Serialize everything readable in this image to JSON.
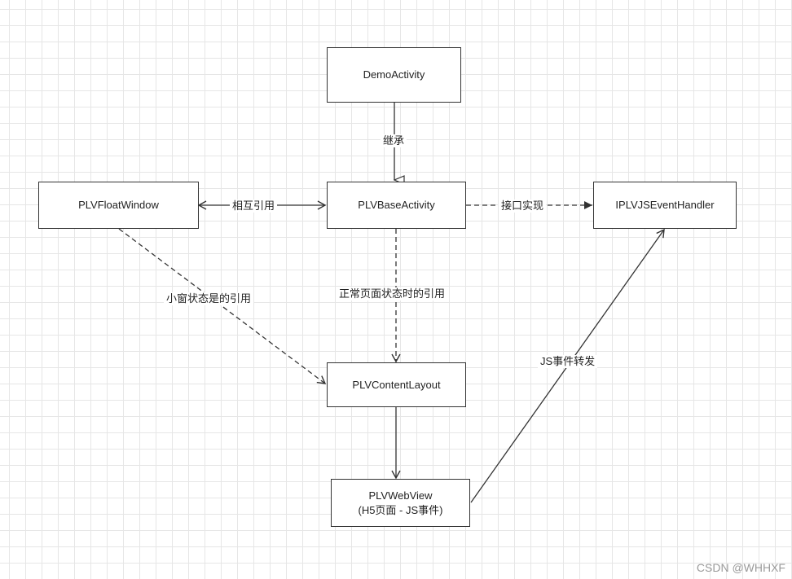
{
  "nodes": {
    "demo": {
      "label": "DemoActivity"
    },
    "base": {
      "label": "PLVBaseActivity"
    },
    "float": {
      "label": "PLVFloatWindow"
    },
    "handler": {
      "label": "IPLVJSEventHandler"
    },
    "content": {
      "label": "PLVContentLayout"
    },
    "webview": {
      "label": "PLVWebView",
      "sublabel": "(H5页面 - JS事件)"
    }
  },
  "edges": {
    "inherit": {
      "label": "继承"
    },
    "mutual": {
      "label": "相互引用"
    },
    "implement": {
      "label": "接口实现"
    },
    "small_window": {
      "label": "小窗状态是的引用"
    },
    "normal_page": {
      "label": "正常页面状态时的引用"
    },
    "js_forward": {
      "label": "JS事件转发"
    }
  },
  "watermark": "CSDN @WHHXF"
}
